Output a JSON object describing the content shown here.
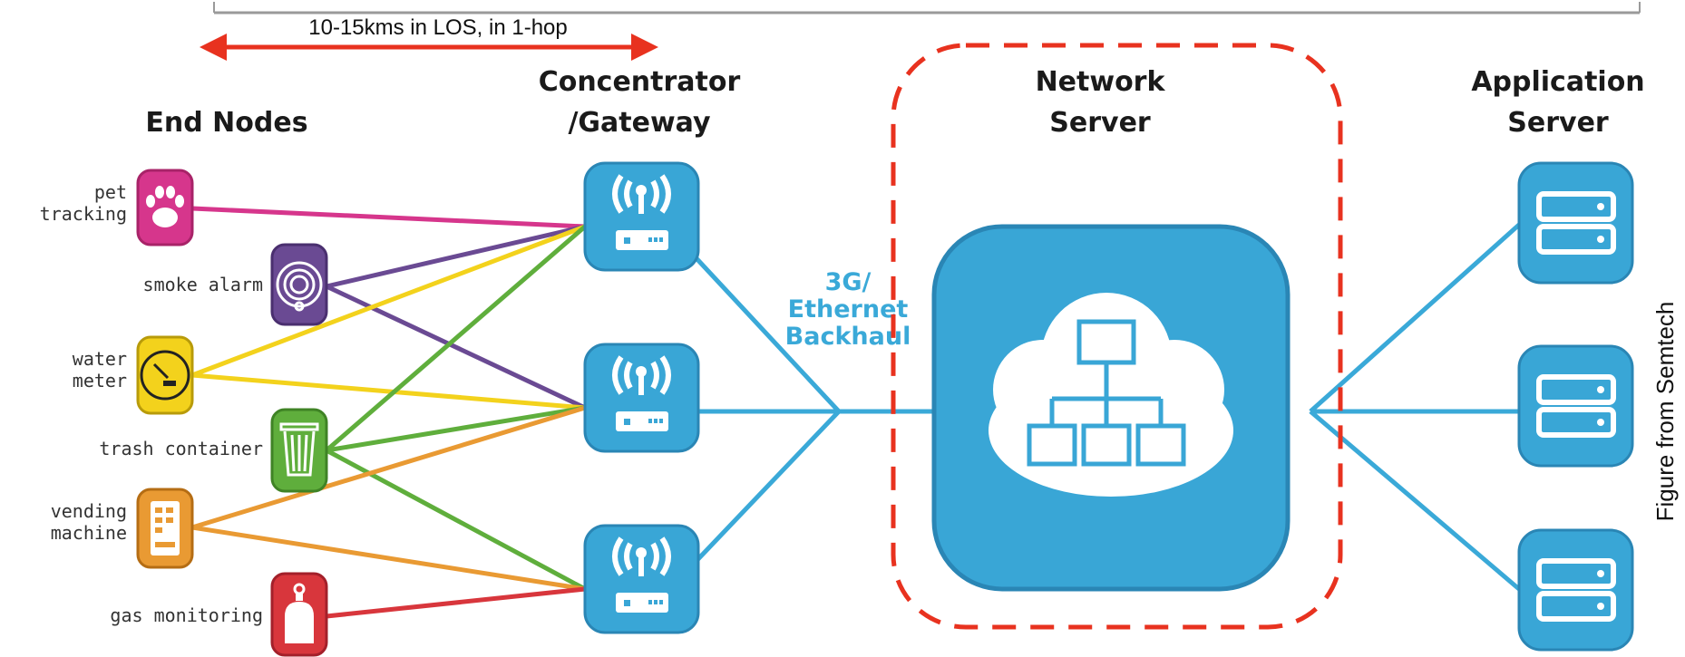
{
  "range_note": "10-15kms in LOS, in 1-hop",
  "columns": {
    "end_nodes": "End Nodes",
    "gateway_line1": "Concentrator",
    "gateway_line2": "/Gateway",
    "network_line1": "Network",
    "network_line2": "Server",
    "app_line1": "Application",
    "app_line2": "Server"
  },
  "backhaul": {
    "line1": "3G/",
    "line2": "Ethernet",
    "line3": "Backhaul"
  },
  "credit": "Figure from Semtech",
  "end_nodes": [
    {
      "label_line1": "pet",
      "label_line2": "tracking",
      "icon": "paw-icon",
      "color": "#d6368c"
    },
    {
      "label_line1": "",
      "label_line2": "smoke alarm",
      "icon": "smoke-alarm-icon",
      "color": "#6a4a93"
    },
    {
      "label_line1": "water",
      "label_line2": "meter",
      "icon": "gauge-icon",
      "color": "#f3d21c"
    },
    {
      "label_line1": "",
      "label_line2": "trash container",
      "icon": "trash-bin-icon",
      "color": "#5fae3c"
    },
    {
      "label_line1": "vending",
      "label_line2": "machine",
      "icon": "vending-machine-icon",
      "color": "#e99a33"
    },
    {
      "label_line1": "",
      "label_line2": "gas monitoring",
      "icon": "gas-cylinder-icon",
      "color": "#d8363c"
    }
  ],
  "colors": {
    "accent_blue": "#3aa9d8",
    "icon_blue": "#39a6d6",
    "range_arrow": "#e8321f",
    "dashed_box": "#e8321f"
  }
}
